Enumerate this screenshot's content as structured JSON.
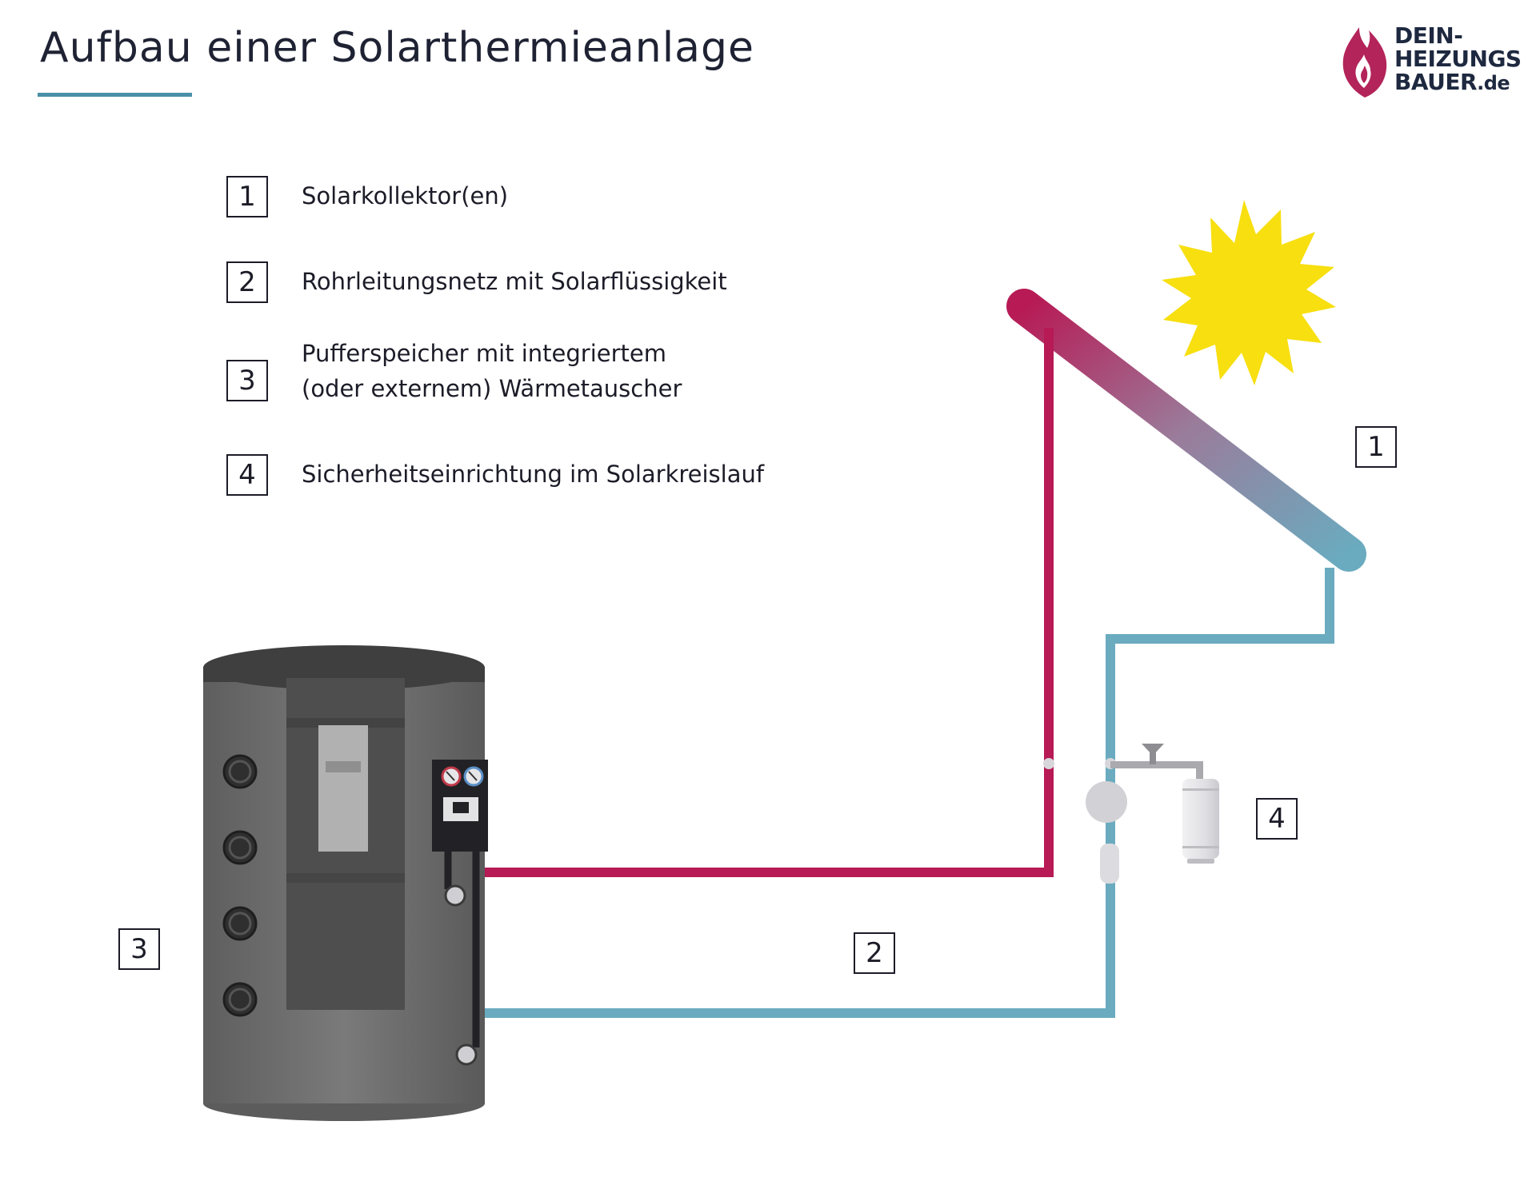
{
  "title": "Aufbau einer Solarthermieanlage",
  "logo": {
    "line1": "DEIN-",
    "line2": "HEIZUNGS",
    "line3": "BAUER",
    "tld": ".de",
    "brand_color": "#b3245a",
    "text_color": "#1e2940"
  },
  "legend": [
    {
      "number": "1",
      "lines": [
        "Solarkollektor(en)"
      ]
    },
    {
      "number": "2",
      "lines": [
        "Rohrleitungsnetz mit Solarflüssigkeit"
      ]
    },
    {
      "number": "3",
      "lines": [
        "Pufferspeicher mit integriertem",
        "(oder externem) Wärmetauscher"
      ]
    },
    {
      "number": "4",
      "lines": [
        "Sicherheitseinrichtung im Solarkreislauf"
      ]
    }
  ],
  "diagram_labels": {
    "collector": "1",
    "pipes": "2",
    "storage": "3",
    "safety": "4"
  },
  "colors": {
    "hot_pipe": "#b71a55",
    "cold_pipe": "#6aabbf",
    "sun": "#f7df10",
    "accent_underline": "#4a90a8",
    "tank": "#6b6b6b"
  }
}
